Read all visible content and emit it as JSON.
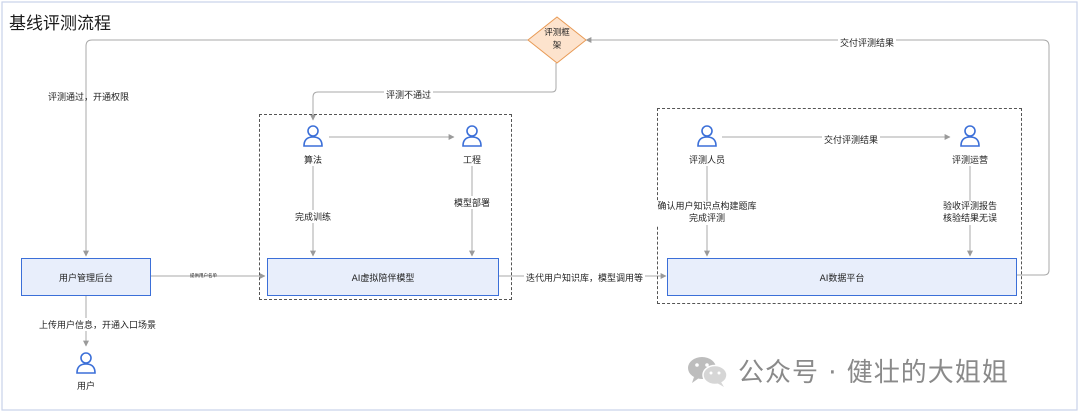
{
  "title": "基线评测流程",
  "decision": {
    "line1": "评测框",
    "line2": "架"
  },
  "nodes": {
    "backend": "用户管理后台",
    "ai_model": "AI虚拟陪伴模型",
    "ai_platform": "AI数据平台"
  },
  "actors": {
    "algorithm": "算法",
    "engineering": "工程",
    "evaluator": "评测人员",
    "ops": "评测运营",
    "user": "用户"
  },
  "edges": {
    "pass": "评测通过，开通权限",
    "fail": "评测不通过",
    "deliver_top": "交付评测结果",
    "deliver_mid": "交付评测结果",
    "train": "完成训练",
    "deploy": "模型部署",
    "confirm_1": "确认用户知识点构建题库",
    "confirm_2": "完成评测",
    "accept_1": "验收评测报告",
    "accept_2": "核验结果无误",
    "provide": "提供用户名单",
    "iterate": "迭代用户知识库，模型调用等",
    "upload": "上传用户信息，开通入口场景"
  },
  "watermark": {
    "text": "公众号 · 健壮的大姐姐",
    "icon": "wechat-icon"
  },
  "colors": {
    "accent": "#3b6fd8",
    "decision_fill": "#fde3cd",
    "decision_stroke": "#e89a55",
    "line": "#a8a8a8"
  }
}
